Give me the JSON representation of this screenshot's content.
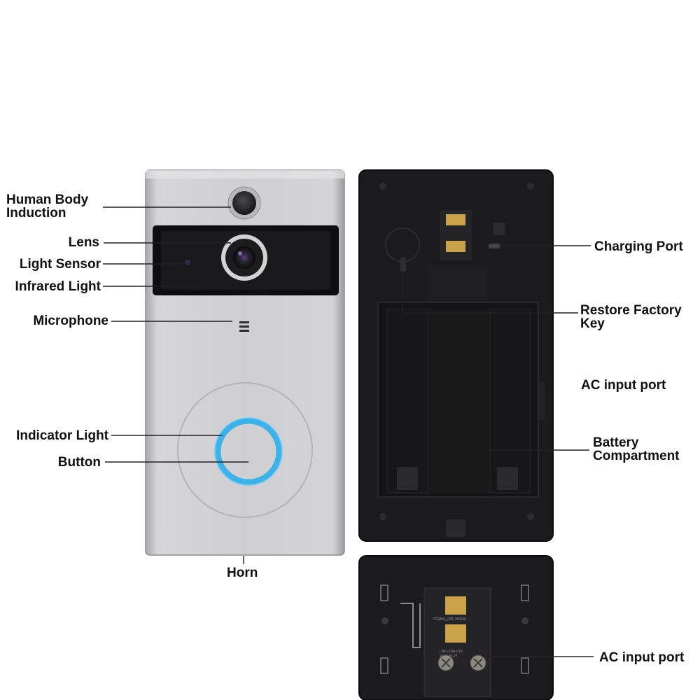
{
  "labels": {
    "human_body_induction": [
      "Human Body",
      "Induction"
    ],
    "lens": "Lens",
    "light_sensor": "Light Sensor",
    "infrared_light": "Infrared Light",
    "microphone": "Microphone",
    "indicator_light": "Indicator Light",
    "button": "Button",
    "horn": "Horn",
    "charging_port": "Charging Port",
    "restore_factory_key": [
      "Restore Factory",
      "Key"
    ],
    "ac_input_port_side": "AC input port",
    "battery_compartment": [
      "Battery",
      "Compartment"
    ],
    "ac_input_port_bracket": "AC input port"
  },
  "pcb_text": {
    "line1": "ST4454_P01 150330",
    "line2": "L001-C04-V10",
    "line3": "2016-03-27"
  },
  "colors": {
    "silver_body": "#c9c9cb",
    "black_panel": "#101012",
    "back_housing": "#1b1b1d",
    "indicator_ring": "#3bb3e8",
    "label_text": "#111111"
  }
}
